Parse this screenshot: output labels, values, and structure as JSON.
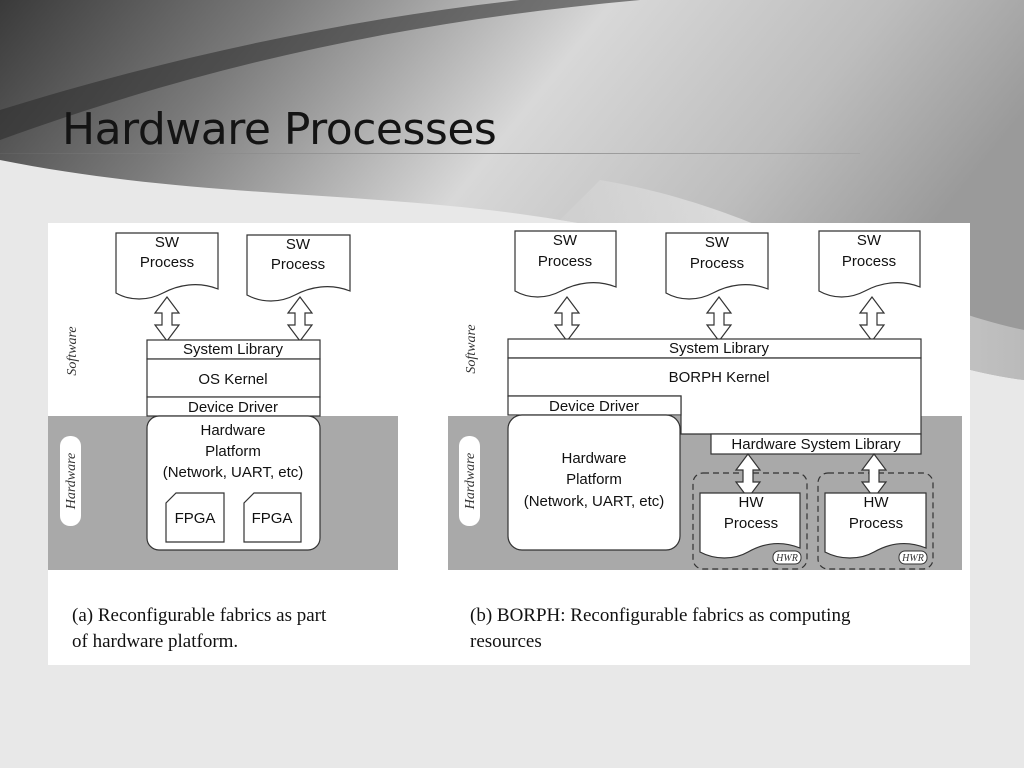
{
  "slide": {
    "title": "Hardware Processes"
  },
  "panel_a": {
    "band_software": "Software",
    "band_hardware": "Hardware",
    "sw_process_1": [
      "SW",
      "Process"
    ],
    "sw_process_2": [
      "SW",
      "Process"
    ],
    "system_library": "System Library",
    "os_kernel": "OS Kernel",
    "device_driver": "Device Driver",
    "hardware_platform": [
      "Hardware",
      "Platform",
      "(Network, UART, etc)"
    ],
    "fpga_1": "FPGA",
    "fpga_2": "FPGA",
    "caption": [
      "(a) Reconfigurable fabrics as part",
      "of hardware platform."
    ]
  },
  "panel_b": {
    "band_software": "Software",
    "band_hardware": "Hardware",
    "sw_process_1": [
      "SW",
      "Process"
    ],
    "sw_process_2": [
      "SW",
      "Process"
    ],
    "sw_process_3": [
      "SW",
      "Process"
    ],
    "system_library": "System Library",
    "borph_kernel": "BORPH Kernel",
    "device_driver": "Device Driver",
    "hardware_platform": [
      "Hardware",
      "Platform",
      "(Network, UART, etc)"
    ],
    "hardware_system_library": "Hardware System Library",
    "hw_process_1": [
      "HW",
      "Process"
    ],
    "hw_process_2": [
      "HW",
      "Process"
    ],
    "hwr_tag": "HWR",
    "caption": [
      "(b) BORPH: Reconfigurable fabrics as computing",
      "resources"
    ]
  }
}
